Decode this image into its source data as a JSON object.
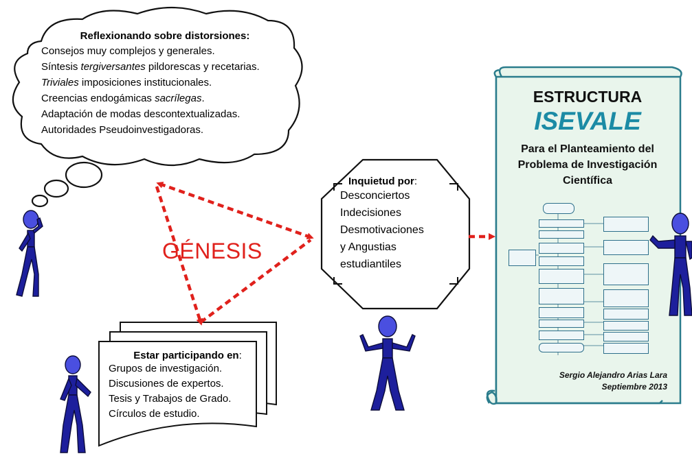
{
  "cloud": {
    "title": "Reflexionando sobre distorsiones:",
    "lines": [
      [
        "Consejos muy complejos y generales.",
        "",
        ""
      ],
      [
        "Síntesis ",
        "tergiversantes",
        " pildorescas y recetarias."
      ],
      [
        "",
        "Triviales",
        " imposiciones institucionales."
      ],
      [
        "Creencias endogámicas ",
        "sacrílegas",
        "."
      ],
      [
        "Adaptación de modas descontextualizadas.",
        "",
        ""
      ],
      [
        "Autoridades Pseudoinvestigadoras.",
        "",
        ""
      ]
    ]
  },
  "genesis": "GÉNESIS",
  "octagon": {
    "title": "Inquietud por",
    "title_colon": ":",
    "lines": [
      "Desconciertos",
      "Indecisiones",
      "Desmotivaciones",
      "y  Angustias",
      "estudiantiles"
    ]
  },
  "participating": {
    "title": "Estar participando en",
    "title_colon": ":",
    "lines": [
      "Grupos de investigación.",
      "Discusiones de expertos.",
      "Tesis y Trabajos de Grado.",
      "Círculos de estudio."
    ]
  },
  "scroll": {
    "title": "ESTRUCTURA",
    "brand": "ISEVALE",
    "subtitle": "Para el Planteamiento del Problema de Investigación Científica",
    "author": "Sergio Alejandro Arias Lara",
    "date": "Septiembre 2013"
  },
  "colors": {
    "arrow_red": "#e0211c",
    "figure_blue": "#1d1f9c",
    "brand_teal": "#1c8ba5",
    "scroll_fill": "#e9f5ec",
    "scroll_border": "#2a7c8c"
  }
}
